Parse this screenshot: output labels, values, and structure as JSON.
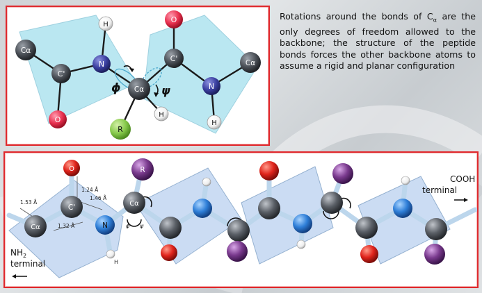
{
  "caption": {
    "line1_pre": "Rotations around the bonds of C",
    "line1_sub": "α",
    "line1_post": " are",
    "rest": "the only degrees of freedom allowed to the backbone; the structure of the peptide bonds forces the other backbone atoms to assume a rigid and planar configuration"
  },
  "top_diagram": {
    "atoms": {
      "ca_left": "Cα",
      "c_prime_left": "C'",
      "o_left": "O",
      "n_left": "N",
      "h_top": "H",
      "ca_center": "Cα",
      "h_center": "H",
      "r": "R",
      "c_prime_right": "C'",
      "o_right": "O",
      "n_right": "N",
      "h_right": "H",
      "ca_right": "Cα"
    },
    "phi": "ϕ",
    "psi": "ψ"
  },
  "bottom_diagram": {
    "atoms": {
      "o": "O",
      "c_prime": "C'",
      "ca_left": "Cα",
      "n": "N",
      "h": "H",
      "ca": "Cα",
      "r": "R"
    },
    "bond_lengths": {
      "ca_c": "1.53 Å",
      "c_o": "1.24 Å",
      "n_ca": "1.46 Å",
      "c_n": "1.32 Å"
    },
    "phi": "ϕ",
    "psi": "ψ",
    "cooh": "COOH",
    "cooh_terminal": "terminal",
    "nh2": "NH",
    "nh2_sub": "2",
    "nh2_terminal": "terminal"
  },
  "colors": {
    "panel_border": "#e0282c",
    "plane_fill": "#aee3ef",
    "carbon": "#4a4f56",
    "nitrogen": "#3a3fa0",
    "oxygen": "#e8304f",
    "hydrogen": "#ffffff",
    "r_group": "#86c94a",
    "r_group_bottom": "#7a3a8e"
  }
}
